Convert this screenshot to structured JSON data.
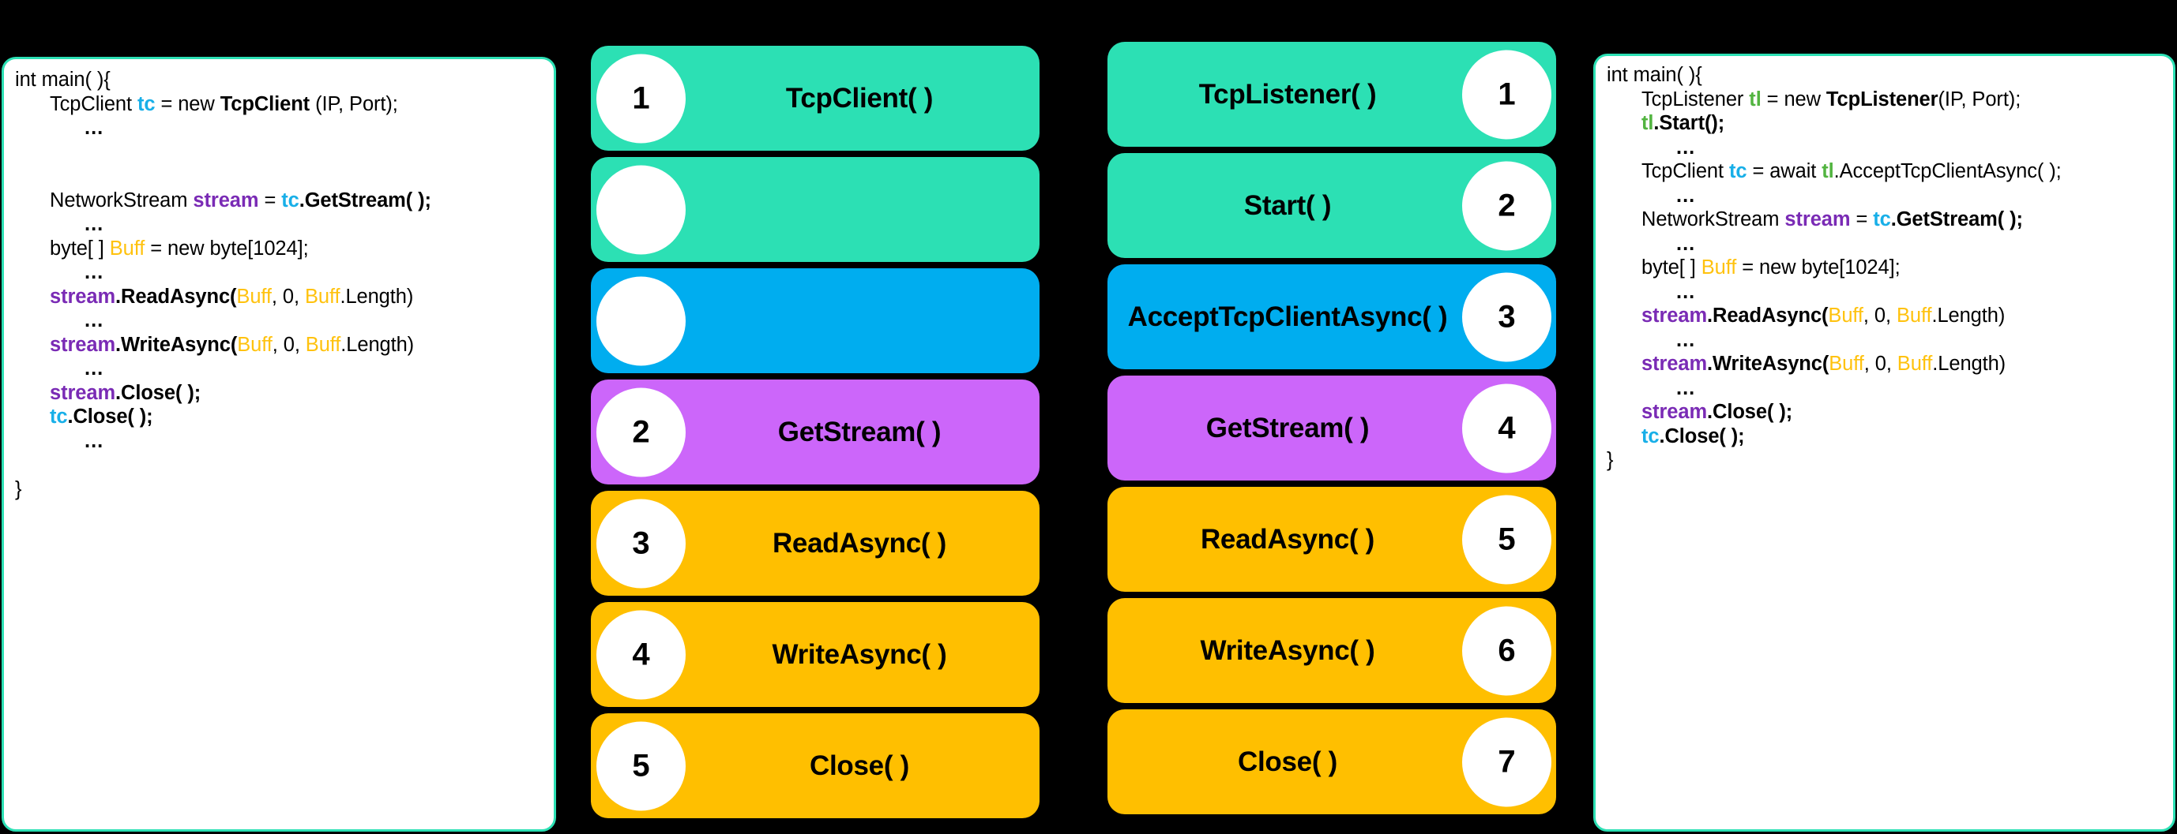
{
  "colors": {
    "background": "#000000",
    "teal": "#2CE0B4",
    "blue": "#00ADEF",
    "purple": "#CC66FA",
    "amber": "#FFBF00",
    "badge": "#FFFFFF",
    "panel_border": "#2CE0B4",
    "panel_background": "#FFFFFF",
    "ident_cyan": "#18AFE8",
    "ident_green": "#52B440",
    "ident_purple": "#7A2BB5",
    "ident_amber": "#FFC20E"
  },
  "client_code": {
    "title": "int main( ){",
    "lines": [
      {
        "indent": 0,
        "parts": [
          {
            "t": "int main( ){",
            "s": "plain"
          }
        ]
      },
      {
        "indent": 1,
        "parts": [
          {
            "t": "TcpClient ",
            "s": "plain"
          },
          {
            "t": "tc",
            "s": "cyan"
          },
          {
            "t": " = new ",
            "s": "plain"
          },
          {
            "t": "TcpClient",
            "s": "bold"
          },
          {
            "t": " (IP, Port);",
            "s": "plain"
          }
        ]
      },
      {
        "indent": 2,
        "parts": [
          {
            "t": "...",
            "s": "ellipsis"
          }
        ]
      },
      {
        "indent": 0,
        "parts": []
      },
      {
        "indent": 0,
        "parts": []
      },
      {
        "indent": 1,
        "parts": [
          {
            "t": "NetworkStream ",
            "s": "plain"
          },
          {
            "t": "stream",
            "s": "purple"
          },
          {
            "t": " = ",
            "s": "plain"
          },
          {
            "t": "tc",
            "s": "cyan"
          },
          {
            "t": ".GetStream( );",
            "s": "bold"
          }
        ]
      },
      {
        "indent": 2,
        "parts": [
          {
            "t": "...",
            "s": "ellipsis"
          }
        ]
      },
      {
        "indent": 1,
        "parts": [
          {
            "t": "byte[ ] ",
            "s": "plain"
          },
          {
            "t": "Buff",
            "s": "amber"
          },
          {
            "t": " = new byte[1024];",
            "s": "plain"
          }
        ]
      },
      {
        "indent": 2,
        "parts": [
          {
            "t": "...",
            "s": "ellipsis"
          }
        ]
      },
      {
        "indent": 1,
        "parts": [
          {
            "t": "stream",
            "s": "purple"
          },
          {
            "t": ".ReadAsync(",
            "s": "bold"
          },
          {
            "t": "Buff",
            "s": "amber"
          },
          {
            "t": ", 0, ",
            "s": "plain"
          },
          {
            "t": "Buff",
            "s": "amber"
          },
          {
            "t": ".Length)",
            "s": "plain"
          }
        ]
      },
      {
        "indent": 2,
        "parts": [
          {
            "t": "...",
            "s": "ellipsis"
          }
        ]
      },
      {
        "indent": 1,
        "parts": [
          {
            "t": "stream",
            "s": "purple"
          },
          {
            "t": ".WriteAsync(",
            "s": "bold"
          },
          {
            "t": "Buff",
            "s": "amber"
          },
          {
            "t": ", 0, ",
            "s": "plain"
          },
          {
            "t": "Buff",
            "s": "amber"
          },
          {
            "t": ".Length)",
            "s": "plain"
          }
        ]
      },
      {
        "indent": 2,
        "parts": [
          {
            "t": "...",
            "s": "ellipsis"
          }
        ]
      },
      {
        "indent": 1,
        "parts": [
          {
            "t": "stream",
            "s": "purple"
          },
          {
            "t": ".Close( );",
            "s": "bold"
          }
        ]
      },
      {
        "indent": 1,
        "parts": [
          {
            "t": "tc",
            "s": "cyan"
          },
          {
            "t": ".Close( );",
            "s": "bold"
          }
        ]
      },
      {
        "indent": 2,
        "parts": [
          {
            "t": "...",
            "s": "ellipsis"
          }
        ]
      },
      {
        "indent": 0,
        "parts": []
      },
      {
        "indent": 0,
        "parts": [
          {
            "t": "}",
            "s": "plain"
          }
        ]
      }
    ]
  },
  "server_code": {
    "title": "int main( ){",
    "lines": [
      {
        "indent": 0,
        "parts": [
          {
            "t": "int main( ){",
            "s": "plain"
          }
        ]
      },
      {
        "indent": 1,
        "parts": [
          {
            "t": "TcpListener ",
            "s": "plain"
          },
          {
            "t": "tl",
            "s": "green"
          },
          {
            "t": " = new ",
            "s": "plain"
          },
          {
            "t": "TcpListener",
            "s": "bold"
          },
          {
            "t": "(IP, Port);",
            "s": "plain"
          }
        ]
      },
      {
        "indent": 1,
        "parts": [
          {
            "t": "tl",
            "s": "green"
          },
          {
            "t": ".Start();",
            "s": "bold"
          }
        ]
      },
      {
        "indent": 2,
        "parts": [
          {
            "t": "...",
            "s": "ellipsis"
          }
        ]
      },
      {
        "indent": 1,
        "parts": [
          {
            "t": "TcpClient ",
            "s": "plain"
          },
          {
            "t": "tc",
            "s": "cyan"
          },
          {
            "t": " = await ",
            "s": "plain"
          },
          {
            "t": "tl",
            "s": "green"
          },
          {
            "t": ".AcceptTcpClientAsync( );",
            "s": "plain"
          }
        ]
      },
      {
        "indent": 2,
        "parts": [
          {
            "t": "...",
            "s": "ellipsis"
          }
        ]
      },
      {
        "indent": 1,
        "parts": [
          {
            "t": "NetworkStream ",
            "s": "plain"
          },
          {
            "t": "stream",
            "s": "purple"
          },
          {
            "t": " = ",
            "s": "plain"
          },
          {
            "t": "tc",
            "s": "cyan"
          },
          {
            "t": ".GetStream( );",
            "s": "bold"
          }
        ]
      },
      {
        "indent": 2,
        "parts": [
          {
            "t": "...",
            "s": "ellipsis"
          }
        ]
      },
      {
        "indent": 1,
        "parts": [
          {
            "t": "byte[ ] ",
            "s": "plain"
          },
          {
            "t": "Buff",
            "s": "amber"
          },
          {
            "t": " = new byte[1024];",
            "s": "plain"
          }
        ]
      },
      {
        "indent": 2,
        "parts": [
          {
            "t": "...",
            "s": "ellipsis"
          }
        ]
      },
      {
        "indent": 1,
        "parts": [
          {
            "t": "stream",
            "s": "purple"
          },
          {
            "t": ".ReadAsync(",
            "s": "bold"
          },
          {
            "t": "Buff",
            "s": "amber"
          },
          {
            "t": ", 0, ",
            "s": "plain"
          },
          {
            "t": "Buff",
            "s": "amber"
          },
          {
            "t": ".Length)",
            "s": "plain"
          }
        ]
      },
      {
        "indent": 2,
        "parts": [
          {
            "t": "...",
            "s": "ellipsis"
          }
        ]
      },
      {
        "indent": 1,
        "parts": [
          {
            "t": "stream",
            "s": "purple"
          },
          {
            "t": ".WriteAsync(",
            "s": "bold"
          },
          {
            "t": "Buff",
            "s": "amber"
          },
          {
            "t": ", 0, ",
            "s": "plain"
          },
          {
            "t": "Buff",
            "s": "amber"
          },
          {
            "t": ".Length)",
            "s": "plain"
          }
        ]
      },
      {
        "indent": 2,
        "parts": [
          {
            "t": "...",
            "s": "ellipsis"
          }
        ]
      },
      {
        "indent": 1,
        "parts": [
          {
            "t": "stream",
            "s": "purple"
          },
          {
            "t": ".Close( );",
            "s": "bold"
          }
        ]
      },
      {
        "indent": 1,
        "parts": [
          {
            "t": "tc",
            "s": "cyan"
          },
          {
            "t": ".Close( );",
            "s": "bold"
          }
        ]
      },
      {
        "indent": 0,
        "parts": [
          {
            "t": "}",
            "s": "plain"
          }
        ]
      }
    ]
  },
  "client_steps": [
    {
      "label": "TcpClient( )",
      "badge": "1",
      "color": "teal",
      "badge_side": "left"
    },
    {
      "label": "",
      "badge": "",
      "color": "teal",
      "badge_side": "left"
    },
    {
      "label": "",
      "badge": "",
      "color": "blue",
      "badge_side": "left"
    },
    {
      "label": "GetStream( )",
      "badge": "2",
      "color": "purple",
      "badge_side": "left"
    },
    {
      "label": "ReadAsync( )",
      "badge": "3",
      "color": "amber",
      "badge_side": "left"
    },
    {
      "label": "WriteAsync( )",
      "badge": "4",
      "color": "amber",
      "badge_side": "left"
    },
    {
      "label": "Close( )",
      "badge": "5",
      "color": "amber",
      "badge_side": "left"
    }
  ],
  "server_steps": [
    {
      "label": "TcpListener( )",
      "badge": "1",
      "color": "teal",
      "badge_side": "right"
    },
    {
      "label": "Start( )",
      "badge": "2",
      "color": "teal",
      "badge_side": "right"
    },
    {
      "label": "AcceptTcpClientAsync( )",
      "badge": "3",
      "color": "blue",
      "badge_side": "right"
    },
    {
      "label": "GetStream( )",
      "badge": "4",
      "color": "purple",
      "badge_side": "right"
    },
    {
      "label": "ReadAsync( )",
      "badge": "5",
      "color": "amber",
      "badge_side": "right"
    },
    {
      "label": "WriteAsync( )",
      "badge": "6",
      "color": "amber",
      "badge_side": "right"
    },
    {
      "label": "Close( )",
      "badge": "7",
      "color": "amber",
      "badge_side": "right"
    }
  ]
}
